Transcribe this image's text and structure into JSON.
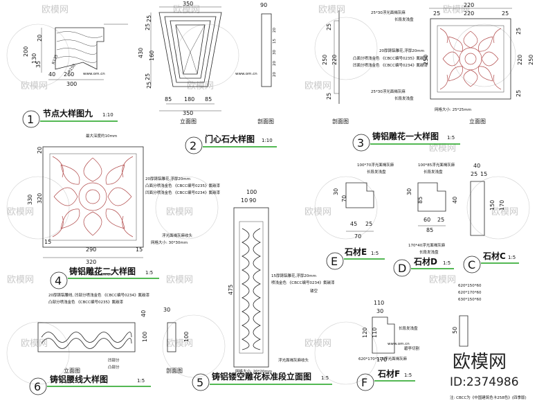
{
  "watermark": {
    "text": "欧模网",
    "site": "www.om.cn"
  },
  "brand": {
    "logo_text": "欧模网",
    "id_text": "ID:2374986"
  },
  "footer_note": "注: CBCC为《中国建筑色卡258色》(四季版)",
  "details": [
    {
      "num": "1",
      "title": "节点大样图九",
      "scale": "1:10"
    },
    {
      "num": "2",
      "title": "门心石大样图",
      "scale": "1:10"
    },
    {
      "num": "3",
      "title": "铸铝雕花一大样图",
      "scale": "1:5"
    },
    {
      "num": "4",
      "title": "铸铝雕花二大样图",
      "scale": "1:5"
    },
    {
      "num": "5",
      "title": "铸铝镂空雕花标准段立面图",
      "scale": "1:5"
    },
    {
      "num": "6",
      "title": "铸铝腰线大样图",
      "scale": "1:5"
    },
    {
      "num": "E",
      "title": "石材E",
      "scale": "1:5"
    },
    {
      "num": "D",
      "title": "石材D",
      "scale": "1:5"
    },
    {
      "num": "C",
      "title": "石材C",
      "scale": "1:5"
    },
    {
      "num": "F",
      "title": "石材F",
      "scale": "1:5"
    }
  ],
  "labels": {
    "elevation": "立面图",
    "section": "剖面图",
    "texture_25": "25*30浮光面褐灰麻",
    "long_texture": "长段发浅盘",
    "paint_20": "20厚铸铝雕花,浮厚20mm",
    "paint_a": "凸面分喷浅金色 《CBCC编号0235》氟碳漆",
    "paint_b": "凹面分喷浅金色 《CBCC编号0234》氟碳漆",
    "grid_25": "网格大小: 25*25mm",
    "grid_30": "网格大小: 30*30mm",
    "grid_20": "网格大小: 20*20mm",
    "stone_line": "浮光面褐灰麻收头",
    "depth_10": "最大深度约10mm",
    "stone_e": "100*70浮光面褐灰麻",
    "stone_d": "100*85浮光面褐灰麻",
    "stone_d2": "170*40浮光面褐灰麻",
    "stone_f": "620*170*110浮光面褐灰麻",
    "stone_c_sizes": "620*150*60",
    "stone_c_sizes2": "620*170*60",
    "stone_c_sizes3": "630*150*60",
    "thread": "15厚铸铝雕花,浮厚20mm",
    "paint_5": "喷浅金色 《CBCC编号0234》氟碳漆",
    "gap": "镂空",
    "waist_1": "20厚铸铝腰线, 凹部分喷浅金色 《CBCC编号0234》氟碳漆",
    "waist_2": "凸部分喷浅金色 《CBCC编号0235》氟碳漆",
    "concave": "凹部分",
    "convex": "凸部分",
    "edge": "碧亭切割"
  },
  "dims": {
    "d1": [
      "200",
      "130",
      "35",
      "20",
      "40",
      "260",
      "300",
      "R135",
      "R150"
    ],
    "d2": [
      "350",
      "25",
      "430",
      "25",
      "160",
      "25",
      "25",
      "85",
      "180",
      "85",
      "350",
      "90",
      "20",
      "15",
      "30",
      "20",
      "20"
    ],
    "d3": [
      "220",
      "25",
      "250",
      "220",
      "25",
      "220",
      "25",
      "250"
    ],
    "d4": [
      "330",
      "320",
      "20",
      "290",
      "320",
      "15"
    ],
    "d5": [
      "100",
      "10",
      "90",
      "475"
    ],
    "de": [
      "30",
      "70",
      "45",
      "25",
      "70"
    ],
    "dd": [
      "30",
      "85",
      "60",
      "25",
      "85",
      "40"
    ],
    "dc": [
      "40",
      "25",
      "15",
      "150",
      "170"
    ],
    "df": [
      "110",
      "30",
      "120",
      "110",
      "170",
      "50"
    ],
    "d6": [
      "100",
      "40",
      "30"
    ]
  }
}
